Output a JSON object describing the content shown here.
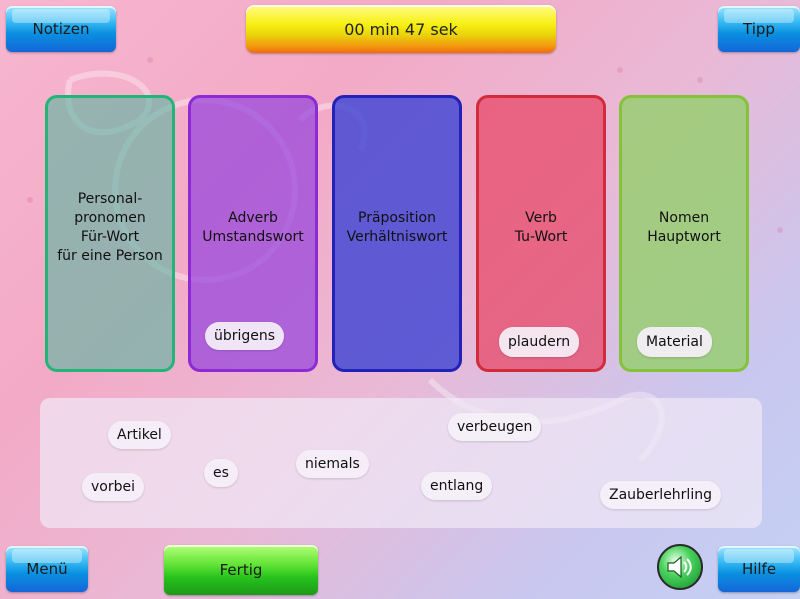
{
  "top_bar": {
    "notes_label": "Notizen",
    "timer_text": "00 min 47 sek",
    "hint_label": "Tipp"
  },
  "categories": [
    {
      "label": "Personal-\npronomen\nFür-Wort\nfür eine Person",
      "color": "#22b577"
    },
    {
      "label": "Adverb\nUmstandswort",
      "color": "#8d2ad6"
    },
    {
      "label": "Präposition\nVerhältniswort",
      "color": "#2222b8"
    },
    {
      "label": "Verb\nTu-Wort",
      "color": "#d22b3a"
    },
    {
      "label": "Nomen\nHauptwort",
      "color": "#83c23a"
    }
  ],
  "placed_words": {
    "adverb": "übrigens",
    "verb": "plaudern",
    "nomen": "Material"
  },
  "word_bank": [
    "Artikel",
    "verbeugen",
    "es",
    "niemals",
    "vorbei",
    "entlang",
    "Zauberlehrling"
  ],
  "bottom_bar": {
    "menu_label": "Menü",
    "done_label": "Fertig",
    "help_label": "Hilfe"
  },
  "icons": {
    "sound": "speaker-icon"
  }
}
